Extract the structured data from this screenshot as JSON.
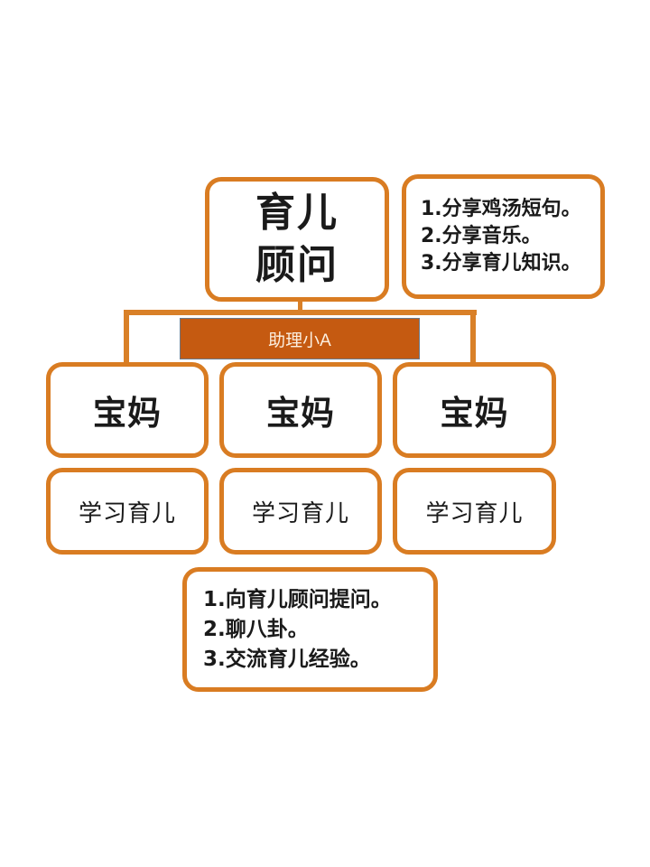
{
  "colors": {
    "border": "#D97C22",
    "label_fill": "#C55A11",
    "label_text": "#FCEFE0",
    "text": "#1a1a1a",
    "background": "#ffffff"
  },
  "advisor": {
    "title_line1": "育儿",
    "title_line2": "顾问"
  },
  "advisor_tasks": {
    "items": [
      "1.分享鸡汤短句。",
      "2.分享音乐。",
      "3.分享育儿知识。"
    ]
  },
  "assistant": {
    "label": "助理小A"
  },
  "moms": [
    {
      "label": "宝妈",
      "activity": "学习育儿"
    },
    {
      "label": "宝妈",
      "activity": "学习育儿"
    },
    {
      "label": "宝妈",
      "activity": "学习育儿"
    }
  ],
  "mom_tasks": {
    "items": [
      "1.向育儿顾问提问。",
      "2.聊八卦。",
      "3.交流育儿经验。"
    ]
  }
}
